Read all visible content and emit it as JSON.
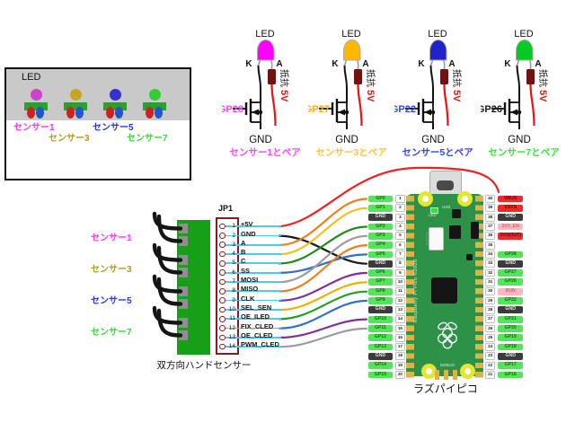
{
  "colors": {
    "board-green": "#2d9147",
    "strip-green": "#17a017",
    "box-gray": "#c9c9c9",
    "jp1-red": "#8b1a1a",
    "cyan": "#4ec9f0",
    "gpio-bg": "#57e25e",
    "gpio-text": "#0a700a",
    "gnd-bg": "#3b3b3b",
    "gnd-text": "#e0e0e0",
    "power-bg": "#ee2b2b",
    "power-text": "#6d0000",
    "en-bg": "#ffb6bf",
    "en-text": "#e06070",
    "num-bg": "#ffffff",
    "num-text": "#222222"
  },
  "sensor_box": {
    "led_label": "LED",
    "labels": [
      {
        "text": "センサー1",
        "color": "#ff33ff"
      },
      {
        "text": "センサー3",
        "color": "#b09c1a"
      },
      {
        "text": "センサー5",
        "color": "#2a35e8"
      },
      {
        "text": "センサー7",
        "color": "#35dd35"
      }
    ],
    "units": [
      {
        "dot_color": "#cc44cc"
      },
      {
        "dot_color": "#c8a32a"
      },
      {
        "dot_color": "#3333cc"
      },
      {
        "dot_color": "#33cc33"
      }
    ]
  },
  "led_circuits": [
    {
      "led": "LED",
      "k": "K",
      "a": "A",
      "resistor": "抵抗",
      "supply": "5V",
      "gnd": "GND",
      "gp": "GP28",
      "gp_color": "#ff44ff",
      "led_color": "#ff00ff",
      "pair": "センサー1とペア",
      "pair_color": "#ff44ff"
    },
    {
      "led": "LED",
      "k": "K",
      "a": "A",
      "resistor": "抵抗",
      "supply": "5V",
      "gnd": "GND",
      "gp": "GP27",
      "gp_color": "#ffaa00",
      "led_color": "#ffb800",
      "pair": "センサー3とペア",
      "pair_color": "#ffc433"
    },
    {
      "led": "LED",
      "k": "K",
      "a": "A",
      "resistor": "抵抗",
      "supply": "5V",
      "gnd": "GND",
      "gp": "GP22",
      "gp_color": "#3344ee",
      "led_color": "#2222cc",
      "pair": "センサー5とペア",
      "pair_color": "#3344ee"
    },
    {
      "led": "LED",
      "k": "K",
      "a": "A",
      "resistor": "抵抗",
      "supply": "5V",
      "gnd": "GND",
      "gp": "GP26",
      "gp_color": "#1a1a1a",
      "led_color": "#00cc22",
      "pair": "センサー7とペア",
      "pair_color": "#33e833"
    }
  ],
  "jp1": {
    "title": "JP1",
    "pins": [
      {
        "num": "1",
        "label": "+5V"
      },
      {
        "num": "2",
        "label": "GND"
      },
      {
        "num": "3",
        "label": "A"
      },
      {
        "num": "4",
        "label": "B"
      },
      {
        "num": "5",
        "label": "C"
      },
      {
        "num": "6",
        "label": "SS"
      },
      {
        "num": "7",
        "label": "MOSI"
      },
      {
        "num": "8",
        "label": "MISO"
      },
      {
        "num": "9",
        "label": "CLK"
      },
      {
        "num": "10",
        "label": "SEL_SEN"
      },
      {
        "num": "11",
        "label": "OE_ILED"
      },
      {
        "num": "12",
        "label": "FIX_CLED"
      },
      {
        "num": "13",
        "label": "OE_CLED"
      },
      {
        "num": "14",
        "label": "PWM_CLED"
      }
    ]
  },
  "hand_sensor": {
    "caption": "双方向ハンドセンサー",
    "labels": [
      {
        "text": "センサー1",
        "color": "#ff33ff"
      },
      {
        "text": "センサー3",
        "color": "#b09c1a"
      },
      {
        "text": "センサー5",
        "color": "#2a35e8"
      },
      {
        "text": "センサー7",
        "color": "#35dd35"
      }
    ]
  },
  "pico": {
    "caption": "ラズパイピコ",
    "board_texts": {
      "led": "LED",
      "usb": "USB",
      "bootsel": "BOOTSEL",
      "brand": "Raspberry Pi Pico ©2020",
      "debug": "DEBUG"
    },
    "left_pins": [
      {
        "num": "1",
        "label": "GP0",
        "type": "gpio"
      },
      {
        "num": "2",
        "label": "GP1",
        "type": "gpio"
      },
      {
        "num": "3",
        "label": "GND",
        "type": "gnd"
      },
      {
        "num": "4",
        "label": "GP2",
        "type": "gpio"
      },
      {
        "num": "5",
        "label": "GP3",
        "type": "gpio"
      },
      {
        "num": "6",
        "label": "GP4",
        "type": "gpio"
      },
      {
        "num": "7",
        "label": "GP5",
        "type": "gpio"
      },
      {
        "num": "8",
        "label": "GND",
        "type": "gnd"
      },
      {
        "num": "9",
        "label": "GP6",
        "type": "gpio"
      },
      {
        "num": "10",
        "label": "GP7",
        "type": "gpio"
      },
      {
        "num": "11",
        "label": "GP8",
        "type": "gpio"
      },
      {
        "num": "12",
        "label": "GP9",
        "type": "gpio"
      },
      {
        "num": "13",
        "label": "GND",
        "type": "gnd"
      },
      {
        "num": "14",
        "label": "GP10",
        "type": "gpio"
      },
      {
        "num": "15",
        "label": "GP11",
        "type": "gpio"
      },
      {
        "num": "16",
        "label": "GP12",
        "type": "gpio"
      },
      {
        "num": "17",
        "label": "GP13",
        "type": "gpio"
      },
      {
        "num": "18",
        "label": "GND",
        "type": "gnd"
      },
      {
        "num": "19",
        "label": "GP14",
        "type": "gpio"
      },
      {
        "num": "20",
        "label": "GP15",
        "type": "gpio"
      }
    ],
    "right_pins": [
      {
        "num": "40",
        "label": "VBUS",
        "type": "power"
      },
      {
        "num": "39",
        "label": "VSYS",
        "type": "power"
      },
      {
        "num": "38",
        "label": "GND",
        "type": "gnd"
      },
      {
        "num": "37",
        "label": "3V3_EN",
        "type": "en"
      },
      {
        "num": "36",
        "label": "3V3(OUT)",
        "type": "power"
      },
      {
        "num": "35",
        "label": "",
        "type": "blank"
      },
      {
        "num": "34",
        "label": "GP28",
        "type": "gpio"
      },
      {
        "num": "33",
        "label": "GND",
        "type": "gnd"
      },
      {
        "num": "32",
        "label": "GP27",
        "type": "gpio"
      },
      {
        "num": "31",
        "label": "GP26",
        "type": "gpio"
      },
      {
        "num": "30",
        "label": "RUN",
        "type": "en"
      },
      {
        "num": "29",
        "label": "GP22",
        "type": "gpio"
      },
      {
        "num": "28",
        "label": "GND",
        "type": "gnd"
      },
      {
        "num": "27",
        "label": "GP21",
        "type": "gpio"
      },
      {
        "num": "26",
        "label": "GP20",
        "type": "gpio"
      },
      {
        "num": "25",
        "label": "GP19",
        "type": "gpio"
      },
      {
        "num": "24",
        "label": "GP18",
        "type": "gpio"
      },
      {
        "num": "23",
        "label": "GND",
        "type": "gnd"
      },
      {
        "num": "22",
        "label": "GP17",
        "type": "gpio"
      },
      {
        "num": "21",
        "label": "GP16",
        "type": "gpio"
      }
    ]
  },
  "wires": [
    {
      "from": "+5V",
      "to": "VBUS",
      "color": "#ee2222"
    },
    {
      "from": "GND",
      "to": "GND",
      "color": "#1a1a1a"
    },
    {
      "from": "A",
      "to": "GP0",
      "color": "#ef7f1a"
    },
    {
      "from": "B",
      "to": "GP1",
      "color": "#f0c020"
    },
    {
      "from": "C",
      "to": "GP2",
      "color": "#1e8c1e"
    },
    {
      "from": "SS",
      "to": "GP5",
      "color": "#2f6fd0"
    },
    {
      "from": "MOSI",
      "to": "GP3",
      "color": "#9b9ba3"
    },
    {
      "from": "MISO",
      "to": "GP4",
      "color": "#ef7f1a"
    },
    {
      "from": "CLK",
      "to": "GP6",
      "color": "#7d2f9e"
    },
    {
      "from": "SEL_SEN",
      "to": "GP7",
      "color": "#e8b400"
    },
    {
      "from": "OE_ILED",
      "to": "GP8",
      "color": "#22a022"
    },
    {
      "from": "FIX_CLED",
      "to": "GP9",
      "color": "#2f6fd0"
    },
    {
      "from": "OE_CLED",
      "to": "GP10",
      "color": "#7d2f9e"
    },
    {
      "from": "PWM_CLED",
      "to": "GP11",
      "color": "#9b9ba3"
    }
  ]
}
